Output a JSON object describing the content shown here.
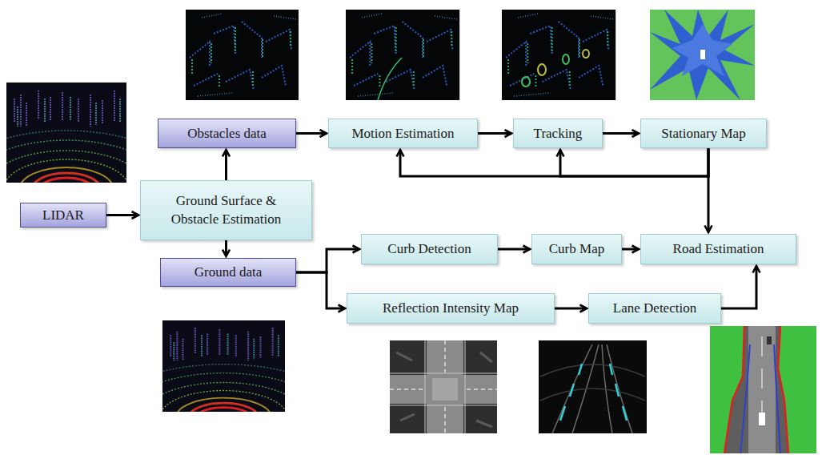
{
  "diagram": {
    "nodes": [
      {
        "text": [
          "Obstacles data"
        ]
      },
      {
        "text": [
          "Motion Estimation"
        ]
      },
      {
        "text": [
          "Tracking"
        ]
      },
      {
        "text": [
          "Stationary Map"
        ]
      },
      {
        "text": [
          "LIDAR"
        ]
      },
      {
        "text": [
          "Ground Surface & Obstacle Estimation"
        ]
      },
      {
        "text": [
          "Curb Detection"
        ]
      },
      {
        "text": [
          "Curb Map"
        ]
      },
      {
        "text": [
          "Road Estimation"
        ]
      },
      {
        "text": [
          "Ground data"
        ]
      },
      {
        "text": [
          "Reflection Intensity Map"
        ]
      },
      {
        "text": [
          "Lane Detection"
        ]
      }
    ],
    "edges": [
      {
        "from": 4,
        "to": 5,
        "arrow": "to"
      },
      {
        "from": 5,
        "to": 0,
        "arrow": "to"
      },
      {
        "from": 5,
        "to": 9,
        "arrow": "to"
      },
      {
        "from": 0,
        "to": 1,
        "arrow": "to"
      },
      {
        "from": 1,
        "to": 2,
        "arrow": "to"
      },
      {
        "from": 2,
        "to": 3,
        "arrow": "to"
      },
      {
        "from": 3,
        "to": 1,
        "arrow": "to"
      },
      {
        "from": 3,
        "to": 2,
        "arrow": "to"
      },
      {
        "from": 3,
        "to": 8,
        "arrow": "to"
      },
      {
        "from": 9,
        "to": 6,
        "arrow": "to"
      },
      {
        "from": 9,
        "to": 10,
        "arrow": "to"
      },
      {
        "from": 6,
        "to": 7,
        "arrow": "to"
      },
      {
        "from": 7,
        "to": 8,
        "arrow": "to"
      },
      {
        "from": 10,
        "to": 11,
        "arrow": "to"
      },
      {
        "from": 11,
        "to": 8,
        "arrow": "to"
      }
    ]
  }
}
